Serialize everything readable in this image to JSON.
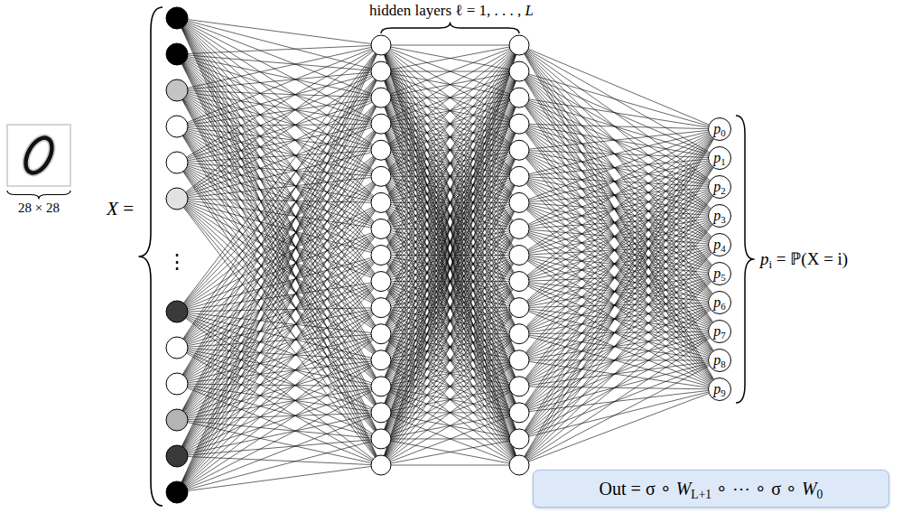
{
  "diagram": {
    "nodes": [
      {
        "text": [
          "p0"
        ]
      },
      {
        "text": [
          "p1"
        ]
      },
      {
        "text": [
          "p2"
        ]
      },
      {
        "text": [
          "p3"
        ]
      },
      {
        "text": [
          "p4"
        ]
      },
      {
        "text": [
          "p5"
        ]
      },
      {
        "text": [
          "p6"
        ]
      },
      {
        "text": [
          "p7"
        ]
      },
      {
        "text": [
          "p8"
        ]
      },
      {
        "text": [
          "p9"
        ]
      },
      {
        "text": [
          "Out = σ ∘ WL+1 ∘ ⋯ ∘ σ ∘ W0"
        ]
      }
    ],
    "labels": [
      "hidden layers ℓ = 1, . . . , L",
      "28 × 28",
      "X =",
      "⋮",
      "pi = ℙ(X = i)"
    ]
  }
}
